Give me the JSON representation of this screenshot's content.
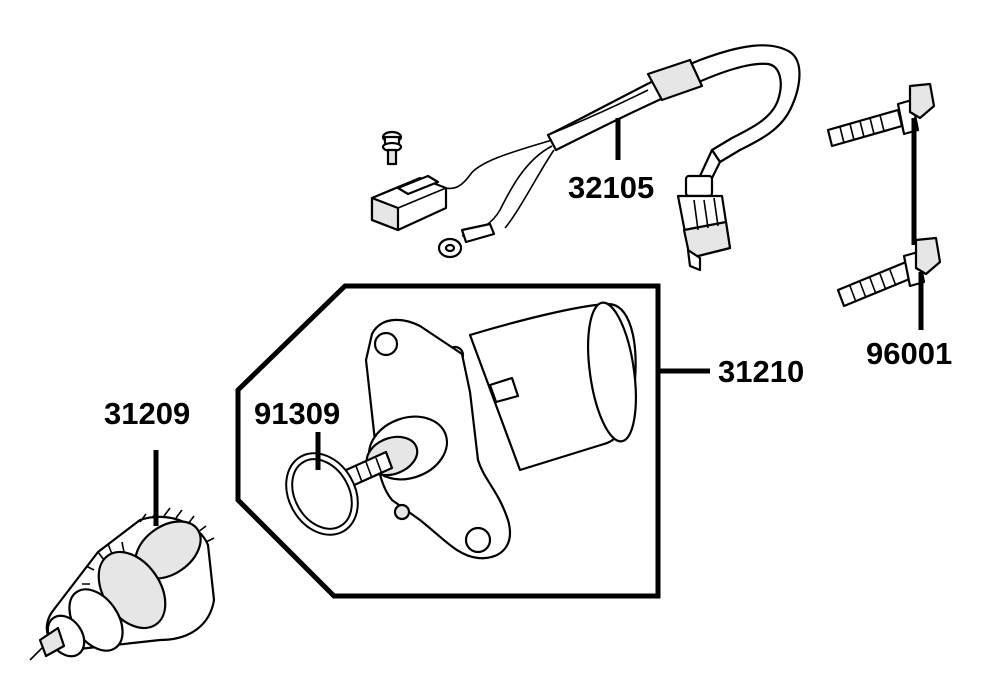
{
  "parts": {
    "wiring_harness": {
      "number": "32105"
    },
    "starter_motor_assembly": {
      "number": "31210"
    },
    "o_ring": {
      "number": "91309"
    },
    "starter_clutch_drive": {
      "number": "31209"
    },
    "flange_bolt": {
      "number": "96001"
    }
  },
  "colors": {
    "line": "#000000",
    "background": "#ffffff",
    "shade": "#e6e6e6"
  }
}
